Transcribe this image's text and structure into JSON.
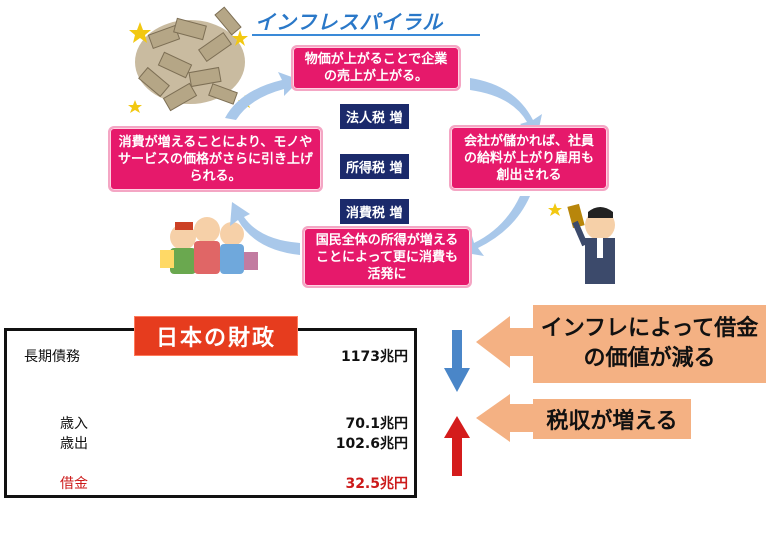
{
  "diagram": {
    "title": "インフレスパイラル",
    "cycle_boxes": {
      "top": "物価が上がることで企業の売上が上がる。",
      "right": "会社が儲かれば、社員の給料が上がり雇用も創出される",
      "bottom": "国民全体の所得が増えることによって更に消費も活発に",
      "left": "消費が増えることにより、モノやサービスの価格がさらに引き上げられる。"
    },
    "tax_labels": [
      "法人税 増",
      "所得税 増",
      "消費税 増"
    ]
  },
  "fiscal": {
    "title": "日本の財政",
    "long_term_debt_label": "長期債務",
    "long_term_debt_value": "1173兆円",
    "revenue_label": "歳入",
    "revenue_value": "70.1兆円",
    "expenditure_label": "歳出",
    "expenditure_value": "102.6兆円",
    "debt_label": "借金",
    "debt_value": "32.5兆円"
  },
  "effects": {
    "debt_value_decrease": "インフレによって借金の価値が減る",
    "tax_revenue_increase": "税収が増える"
  },
  "colors": {
    "pink_box": "#e6196b",
    "tax_label": "#1b2a6b",
    "fiscal_title": "#e63c1e",
    "orange_label": "#f4b183",
    "down_arrow": "#4a86c8",
    "up_arrow": "#d41c1c",
    "cycle_arrow": "#a9c8ea",
    "title": "#2a78c8"
  }
}
